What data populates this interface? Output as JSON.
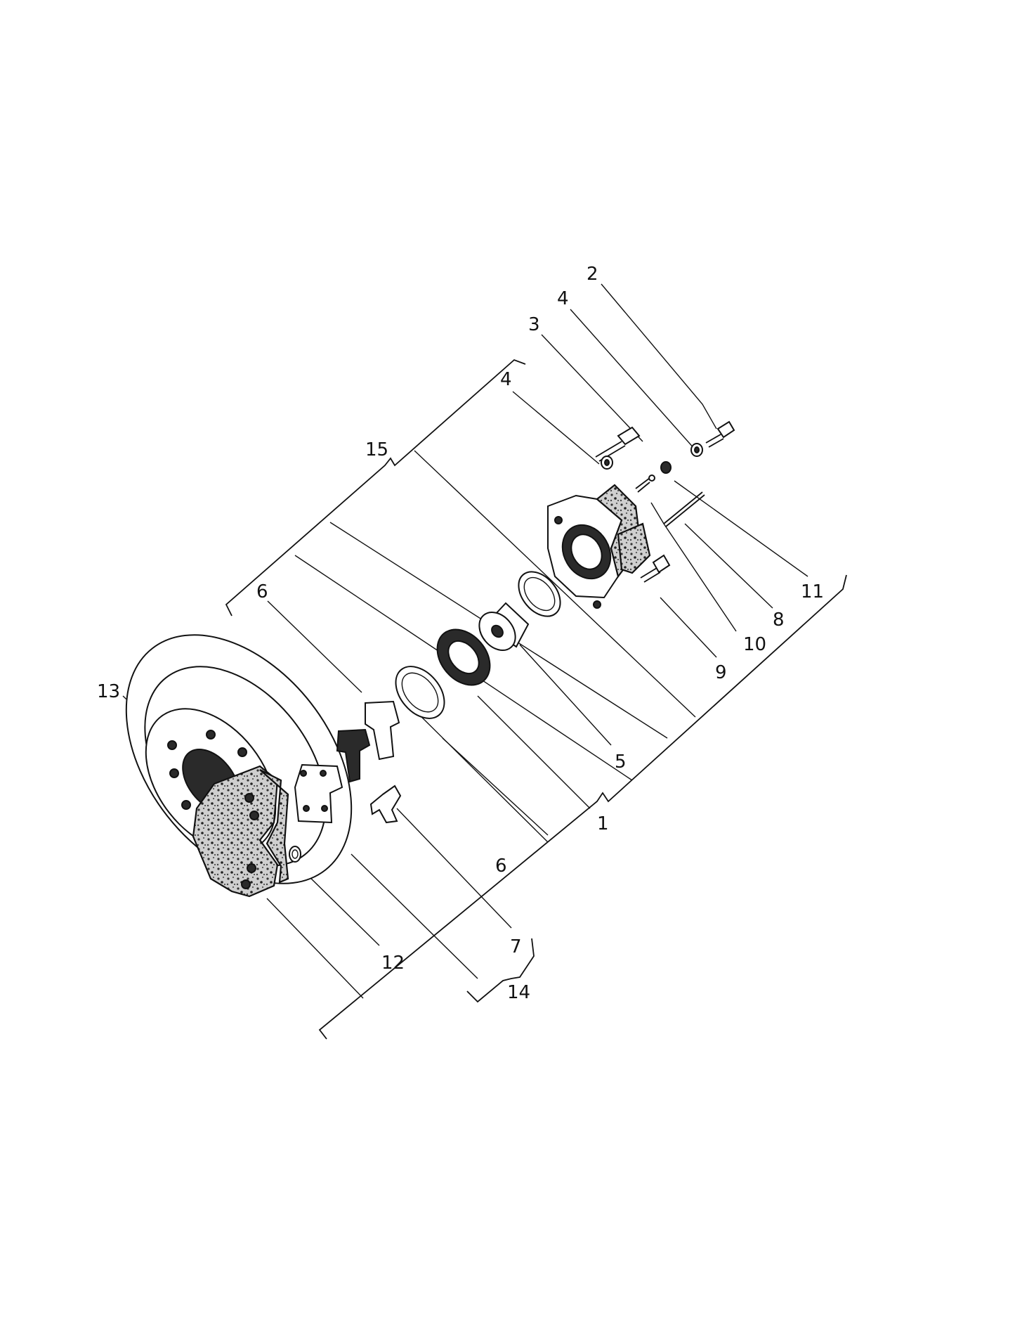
{
  "callouts": [
    {
      "id": "c2",
      "label": "2"
    },
    {
      "id": "c4a",
      "label": "4"
    },
    {
      "id": "c3",
      "label": "3"
    },
    {
      "id": "c4b",
      "label": "4"
    },
    {
      "id": "c15",
      "label": "15"
    },
    {
      "id": "c6a",
      "label": "6"
    },
    {
      "id": "c13",
      "label": "13"
    },
    {
      "id": "c11",
      "label": "11"
    },
    {
      "id": "c8",
      "label": "8"
    },
    {
      "id": "c10",
      "label": "10"
    },
    {
      "id": "c9",
      "label": "9"
    },
    {
      "id": "c5",
      "label": "5"
    },
    {
      "id": "c1",
      "label": "1"
    },
    {
      "id": "c6b",
      "label": "6"
    },
    {
      "id": "c12",
      "label": "12"
    },
    {
      "id": "c7",
      "label": "7"
    },
    {
      "id": "c14",
      "label": "14"
    }
  ],
  "parts": [
    {
      "name": "brake-disc",
      "part": "13"
    },
    {
      "name": "caliper-housing-left",
      "part": "1"
    },
    {
      "name": "caliper-housing-right",
      "part": "1"
    },
    {
      "name": "brake-pads",
      "part": "6"
    },
    {
      "name": "anti-rattle-spring",
      "part": "7"
    },
    {
      "name": "piston",
      "part": "5"
    },
    {
      "name": "seal-rings",
      "part": "15"
    },
    {
      "name": "bolts",
      "part": "2"
    },
    {
      "name": "retaining-pin",
      "part": "8"
    },
    {
      "name": "bleeder-screw",
      "part": "10"
    },
    {
      "name": "dust-cap",
      "part": "11"
    },
    {
      "name": "o-ring",
      "part": "12"
    }
  ]
}
